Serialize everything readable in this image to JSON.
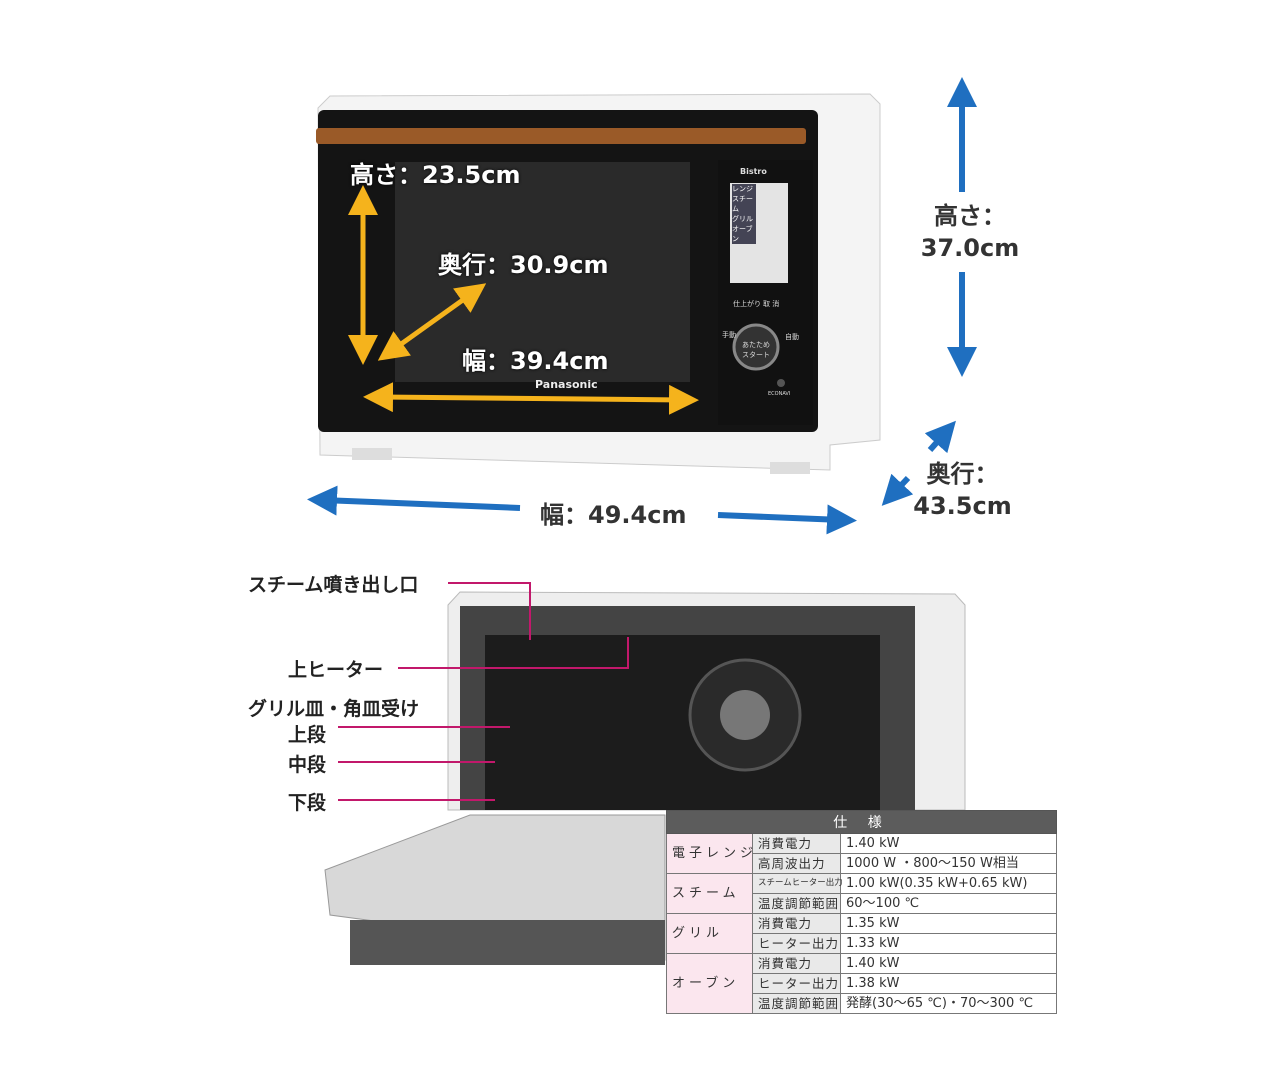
{
  "top": {
    "brand_logo": "Panasonic",
    "panel_brand": "Bistro",
    "panel_modes": [
      "レンジ",
      "スチーム",
      "グリル",
      "オーブン"
    ],
    "panel_buttons": [
      "仕上がり",
      "取 消"
    ],
    "start_button": "あたため スタート",
    "dial_left": "手動",
    "dial_right": "自動",
    "econavi": "ECONAVI",
    "interior_height": "高さ：23.5cm",
    "interior_depth": "奥行：30.9cm",
    "interior_width": "幅：39.4cm",
    "outer_height_label": "高さ：",
    "outer_height_value": "37.0cm",
    "outer_width": "幅：49.4cm",
    "outer_depth_label": "奥行：",
    "outer_depth_value": "43.5cm",
    "colors": {
      "yellow_arrow": "#f5b31c",
      "blue_arrow": "#1f6fc0",
      "label_line": "#c2186b"
    }
  },
  "parts": [
    "スチーム噴き出し口",
    "上ヒーター",
    "グリル皿・角皿受け",
    "上段",
    "中段",
    "下段"
  ],
  "spec": {
    "title": "仕 様",
    "groups": [
      {
        "category": "電子レンジ",
        "rows": [
          [
            "消費電力",
            "1.40 kW"
          ],
          [
            "高周波出力",
            "1000 W ・800〜150 W相当"
          ]
        ]
      },
      {
        "category": "スチーム",
        "rows": [
          [
            "スチームヒーター出力",
            "1.00 kW(0.35 kW+0.65 kW)"
          ],
          [
            "温度調節範囲",
            "60〜100 ℃"
          ]
        ]
      },
      {
        "category": "グリル",
        "rows": [
          [
            "消費電力",
            "1.35 kW"
          ],
          [
            "ヒーター出力",
            "1.33 kW"
          ]
        ]
      },
      {
        "category": "オーブン",
        "rows": [
          [
            "消費電力",
            "1.40 kW"
          ],
          [
            "ヒーター出力",
            "1.38 kW"
          ],
          [
            "温度調節範囲",
            "発酵(30〜65 ℃)・70〜300 ℃"
          ]
        ]
      }
    ]
  }
}
